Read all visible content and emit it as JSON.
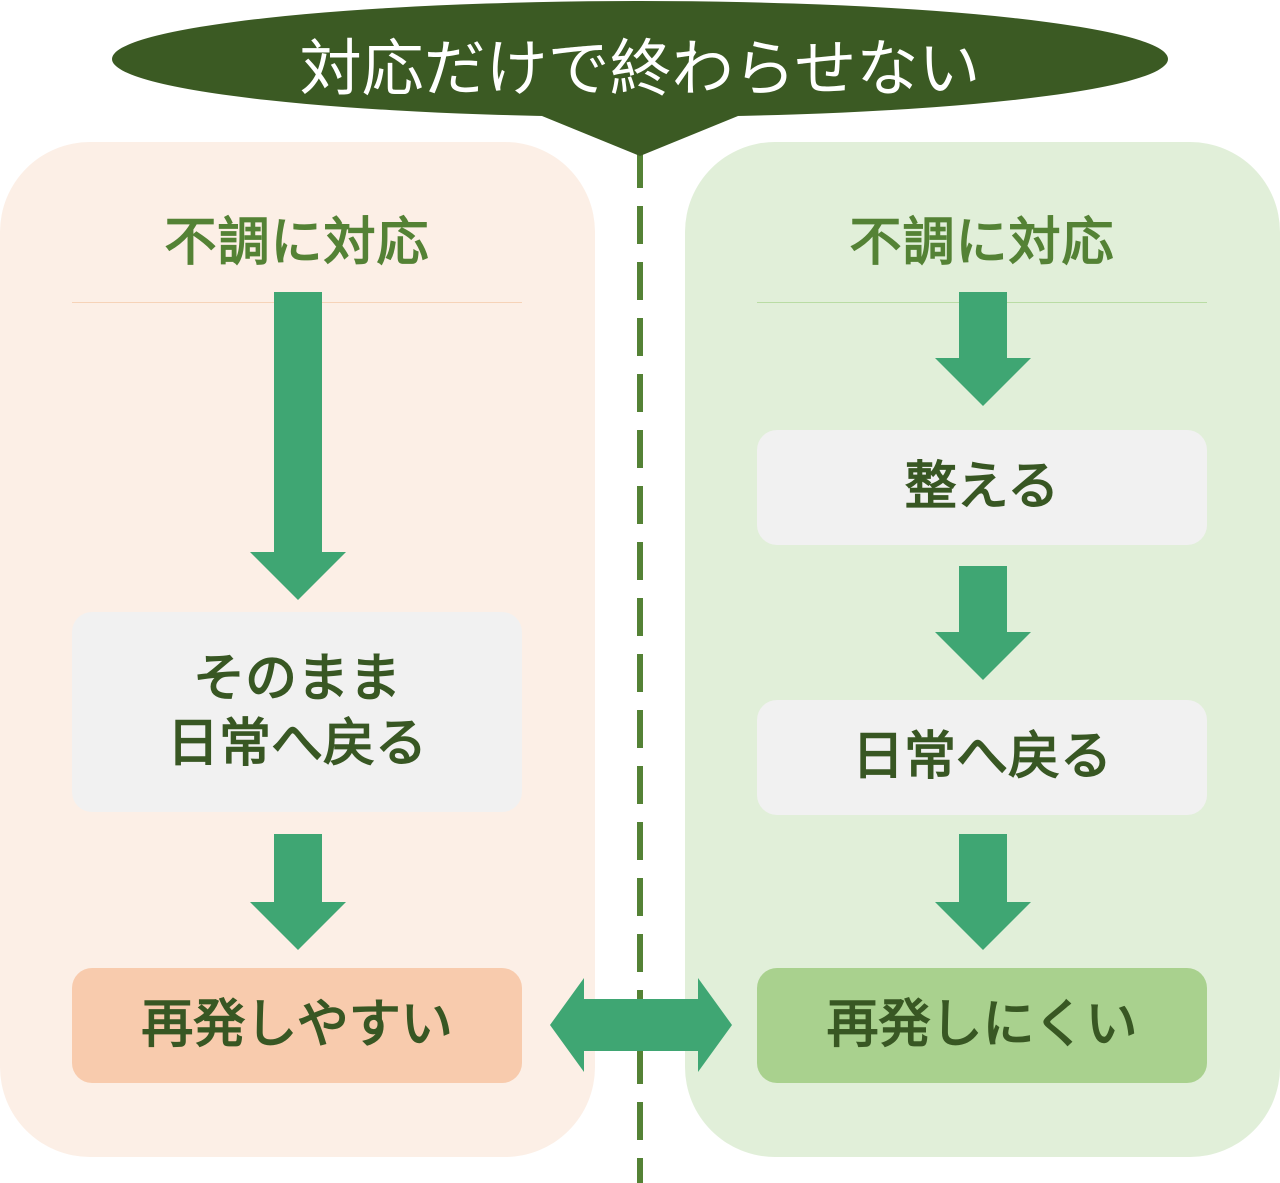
{
  "title_bubble": {
    "text": "対応だけで終わらせない"
  },
  "left": {
    "heading": "不調に対応",
    "step": [
      "そのまま",
      "日常へ戻る"
    ],
    "result": "再発しやすい"
  },
  "right": {
    "heading": "不調に対応",
    "step1": "整える",
    "step2": "日常へ戻る",
    "result": "再発しにくい"
  },
  "colors": {
    "bubble": "#3b5a23",
    "arrow": "#3fa673",
    "heading": "#548235",
    "box_text": "#385723",
    "left_panel": "#fcefe6",
    "right_panel": "#e1efd9",
    "result_left": "#f8cbad",
    "result_right": "#a9d18e"
  }
}
